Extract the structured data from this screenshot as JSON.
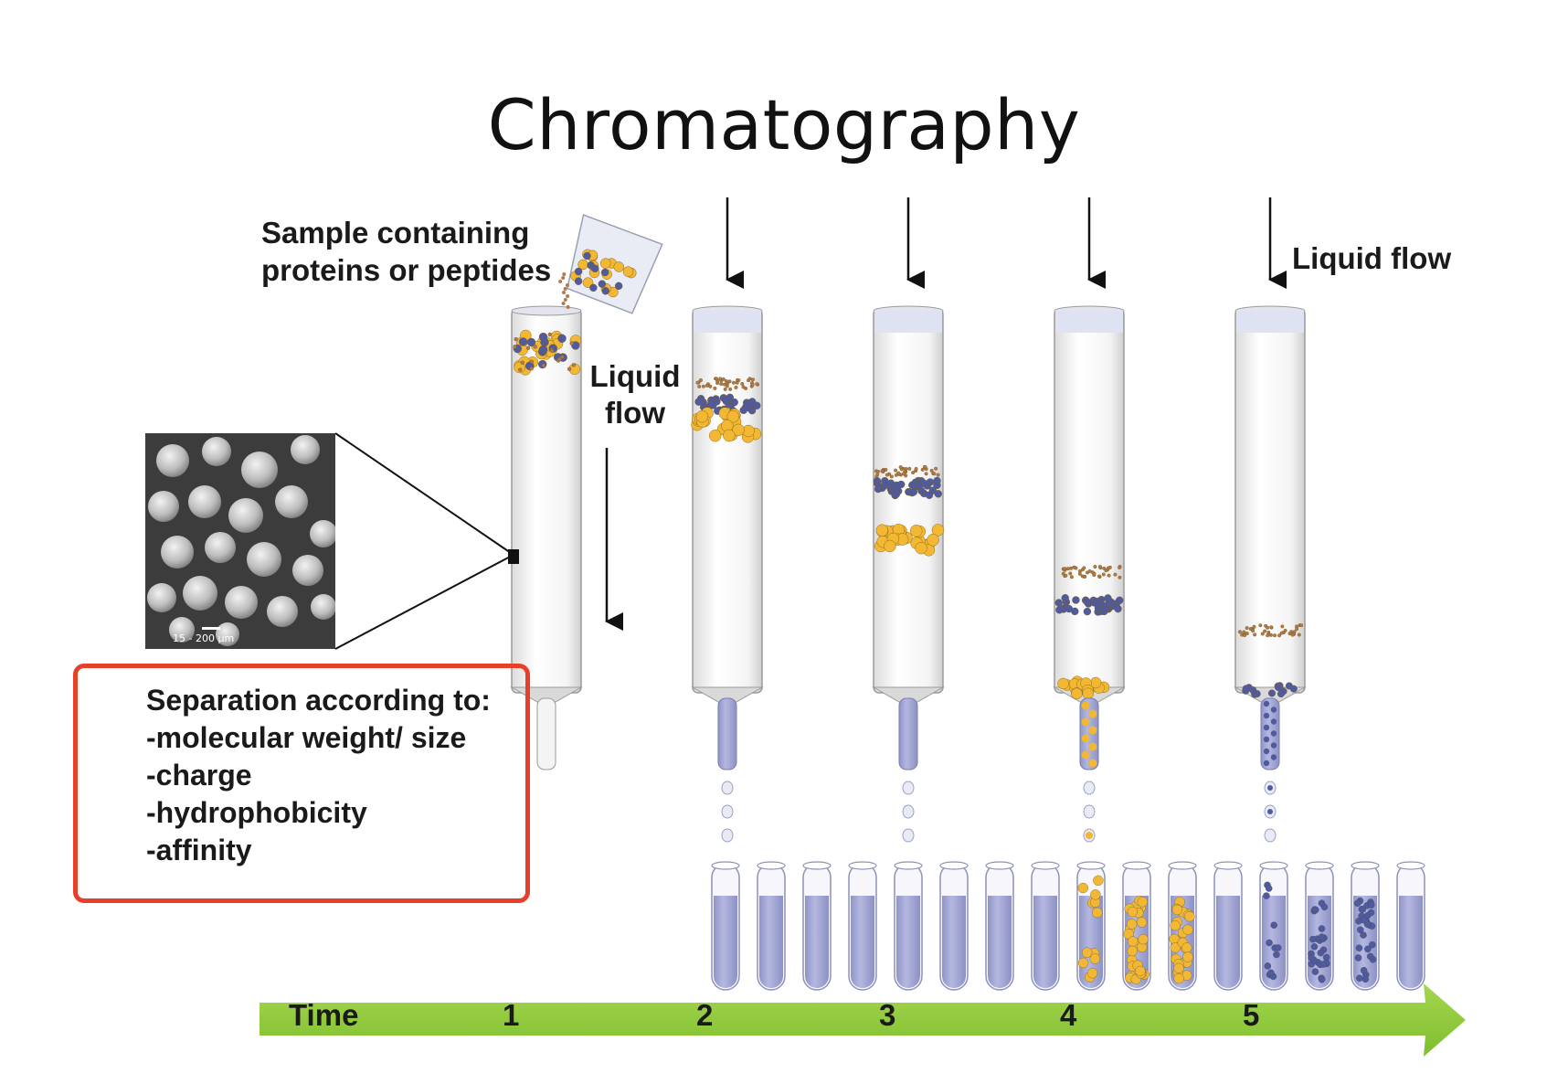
{
  "title": "Chromatography",
  "sample_label": [
    "Sample containing",
    "proteins or peptides"
  ],
  "liquid_flow_left": [
    "Liquid",
    "flow"
  ],
  "liquid_flow_right": "Liquid flow",
  "micrograph": {
    "scale_label": "15 - 200 µm"
  },
  "separation": {
    "heading": "Separation according to:",
    "criteria": [
      "-molecular weight/ size",
      "-charge",
      "-hydrophobicity",
      "-affinity"
    ]
  },
  "timeline": {
    "label": "Time",
    "steps": [
      "1",
      "2",
      "3",
      "4",
      "5"
    ]
  },
  "colors": {
    "tube_fill": "#a8acd8",
    "yellow_protein": "#f2b733",
    "blue_protein": "#4f5b9e",
    "brown_protein": "#b07a50",
    "time_arrow": "#8fcc3b",
    "highlight_box": "#e6402b"
  }
}
